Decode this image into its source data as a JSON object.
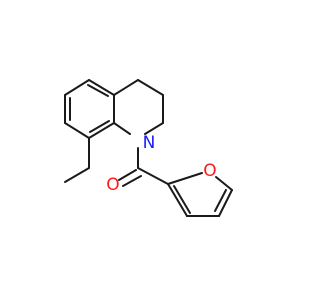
{
  "molecule": {
    "colors": {
      "bond": "#1a1a1a",
      "carbon": "#1a1a1a",
      "nitrogen": "#1a1aff",
      "oxygen": "#ff1a1a",
      "background": "#ffffff"
    },
    "atoms": {
      "nitrogen_amide": {
        "symbol": "N",
        "element": "nitrogen"
      },
      "oxygen_carbonyl": {
        "symbol": "O",
        "element": "oxygen"
      },
      "oxygen_furan": {
        "symbol": "O",
        "element": "oxygen"
      }
    }
  }
}
